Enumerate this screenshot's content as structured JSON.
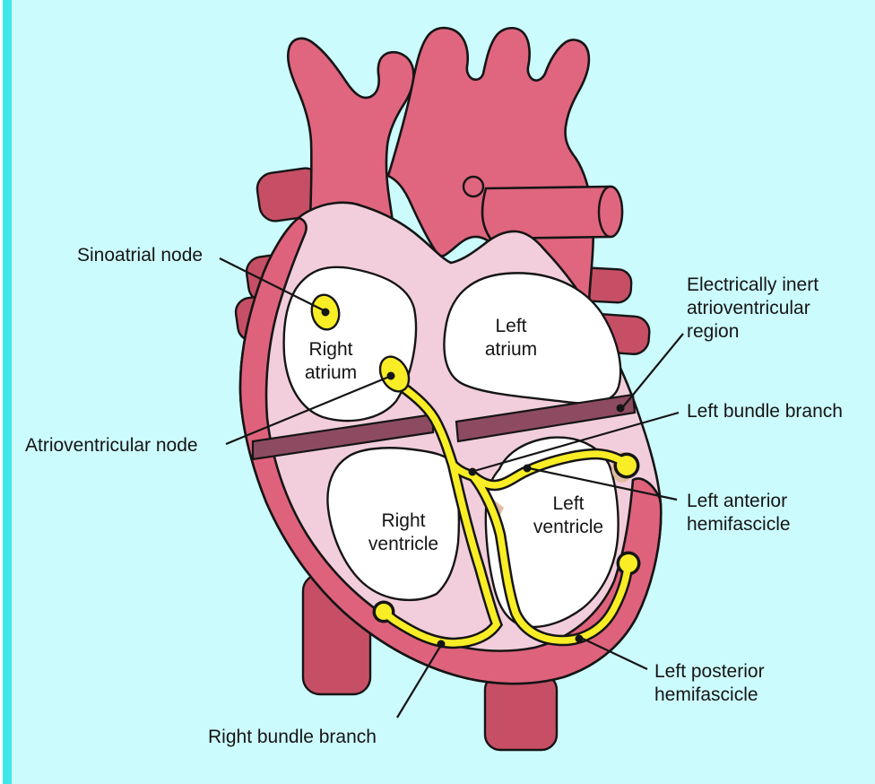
{
  "labels": {
    "sinoatrial_node": "Sinoatrial node",
    "atrioventricular_node": "Atrioventricular node",
    "right_atrium": [
      "Right",
      "atrium"
    ],
    "left_atrium": [
      "Left",
      "atrium"
    ],
    "right_ventricle": [
      "Right",
      "ventricle"
    ],
    "left_ventricle": [
      "Left",
      "ventricle"
    ],
    "electrically_inert": [
      "Electrically inert",
      "atrioventricular",
      "region"
    ],
    "left_bundle_branch": "Left bundle branch",
    "left_anterior_hemifascicle": [
      "Left anterior",
      "hemifascicle"
    ],
    "left_posterior_hemifascicle": [
      "Left posterior",
      "hemifascicle"
    ],
    "right_bundle_branch": "Right bundle branch"
  },
  "colors": {
    "background": "#CCFBFD",
    "border_stripe": "#3FE7EA",
    "edge_white": "#FDFFFF",
    "vessel_rose": "#E0657F",
    "stub_rose": "#C64F66",
    "heart_wall": "#DF627C",
    "myocardium_pink": "#F2CEDC",
    "chamber_white": "#FFFFFF",
    "inert_bar": "#8D4B61",
    "conduction_yellow": "#F9ED26",
    "valve_tan": "#E2BBA0",
    "line_black": "#151515"
  }
}
